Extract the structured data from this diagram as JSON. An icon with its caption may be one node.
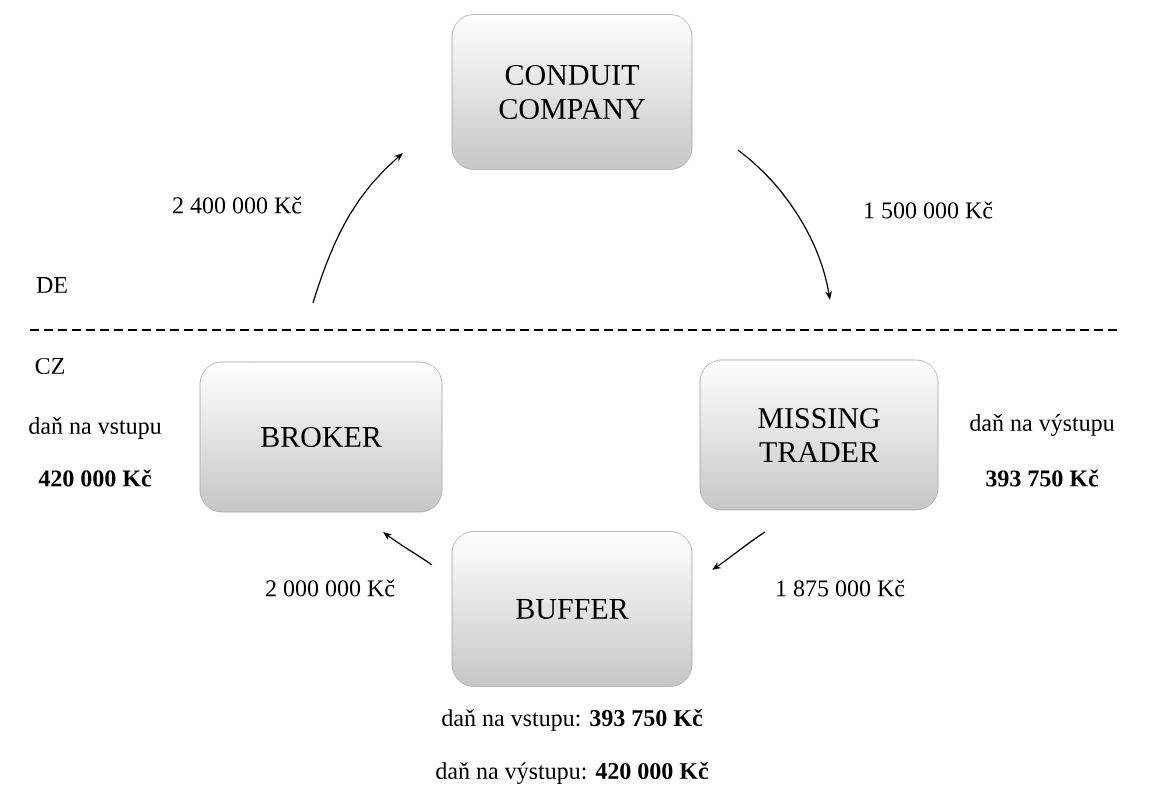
{
  "diagram": {
    "nodes": [
      {
        "text": [
          "CONDUIT COMPANY"
        ]
      },
      {
        "text": [
          "BROKER"
        ],
        "beside": [
          "daň na vstupu",
          "420 000 Kč"
        ]
      },
      {
        "text": [
          "MISSING TRADER"
        ],
        "beside": [
          "daň na výstupu",
          "393 750 Kč"
        ]
      },
      {
        "text": [
          "BUFFER"
        ],
        "beside": [
          "daň na vstupu: **393 750 Kč**",
          "daň na výstupu: **420 000 Kč**"
        ]
      }
    ],
    "edges": [
      {
        "from": 1,
        "to": 0,
        "arrow": "to",
        "label": "2 400 000 Kč"
      },
      {
        "from": 0,
        "to": 2,
        "arrow": "to",
        "label": "1 500 000 Kč"
      },
      {
        "from": 2,
        "to": 3,
        "arrow": "to",
        "label": "1 875 000 Kč"
      },
      {
        "from": 3,
        "to": 1,
        "arrow": "to",
        "label": "2 000 000 Kč"
      }
    ],
    "labels": [
      "DE",
      "CZ"
    ]
  }
}
